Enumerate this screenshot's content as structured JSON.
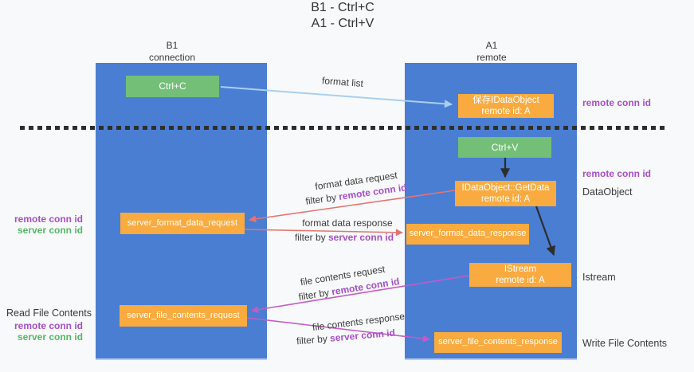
{
  "title": {
    "line1": "B1 - Ctrl+C",
    "line2": "A1 - Ctrl+V"
  },
  "lanes": {
    "left": {
      "title": "B1",
      "subtitle": "connection"
    },
    "right": {
      "title": "A1",
      "subtitle": "remote"
    }
  },
  "nodes": {
    "ctrl_c": {
      "label": "Ctrl+C"
    },
    "ctrl_v": {
      "label": "Ctrl+V"
    },
    "save_dataobject": {
      "line1": "保存IDataObject",
      "line2": "remote id: A"
    },
    "getdata": {
      "line1": "IDataObject::GetData",
      "line2": "remote id: A"
    },
    "istream": {
      "line1": "IStream",
      "line2": "remote id: A"
    },
    "format_request": {
      "label": "server_format_data_request"
    },
    "format_response": {
      "label": "server_format_data_response"
    },
    "file_request": {
      "label": "server_file_contents_request"
    },
    "file_response": {
      "label": "server_file_contents_response"
    }
  },
  "arrows": {
    "format_list": {
      "label": "format list"
    },
    "format_data_request": {
      "label": "format data request",
      "filter_prefix": "filter by ",
      "filter_key": "remote conn id"
    },
    "format_data_response": {
      "label": "format data response",
      "filter_prefix": "filter by ",
      "filter_key": "server conn id"
    },
    "file_contents_request": {
      "label": "file contents request",
      "filter_prefix": "filter by ",
      "filter_key": "remote conn id"
    },
    "file_contents_response": {
      "label": "file contents response",
      "filter_prefix": "filter by ",
      "filter_key": "server conn id"
    }
  },
  "side_labels": {
    "right_remote_conn_top": "remote conn id",
    "right_remote_conn_mid": "remote conn id",
    "dataobject": "DataObject",
    "istream": "Istream",
    "write_file_contents": "Write File Contents",
    "left_remote_conn_1": "remote conn id",
    "left_server_conn_1": "server conn id",
    "read_file_contents": "Read File Contents",
    "left_remote_conn_2": "remote conn id",
    "left_server_conn_2": "server conn id"
  },
  "colors": {
    "lane_blue": "#4a7ed2",
    "node_orange": "#f9ab40",
    "node_green": "#74bf77",
    "arrow_blue": "#a8cfee",
    "arrow_red": "#e57470",
    "arrow_magenta": "#c45bc7",
    "arrow_black": "#2d2d2d",
    "label_purple": "#a64fc8",
    "label_green": "#55b865"
  }
}
